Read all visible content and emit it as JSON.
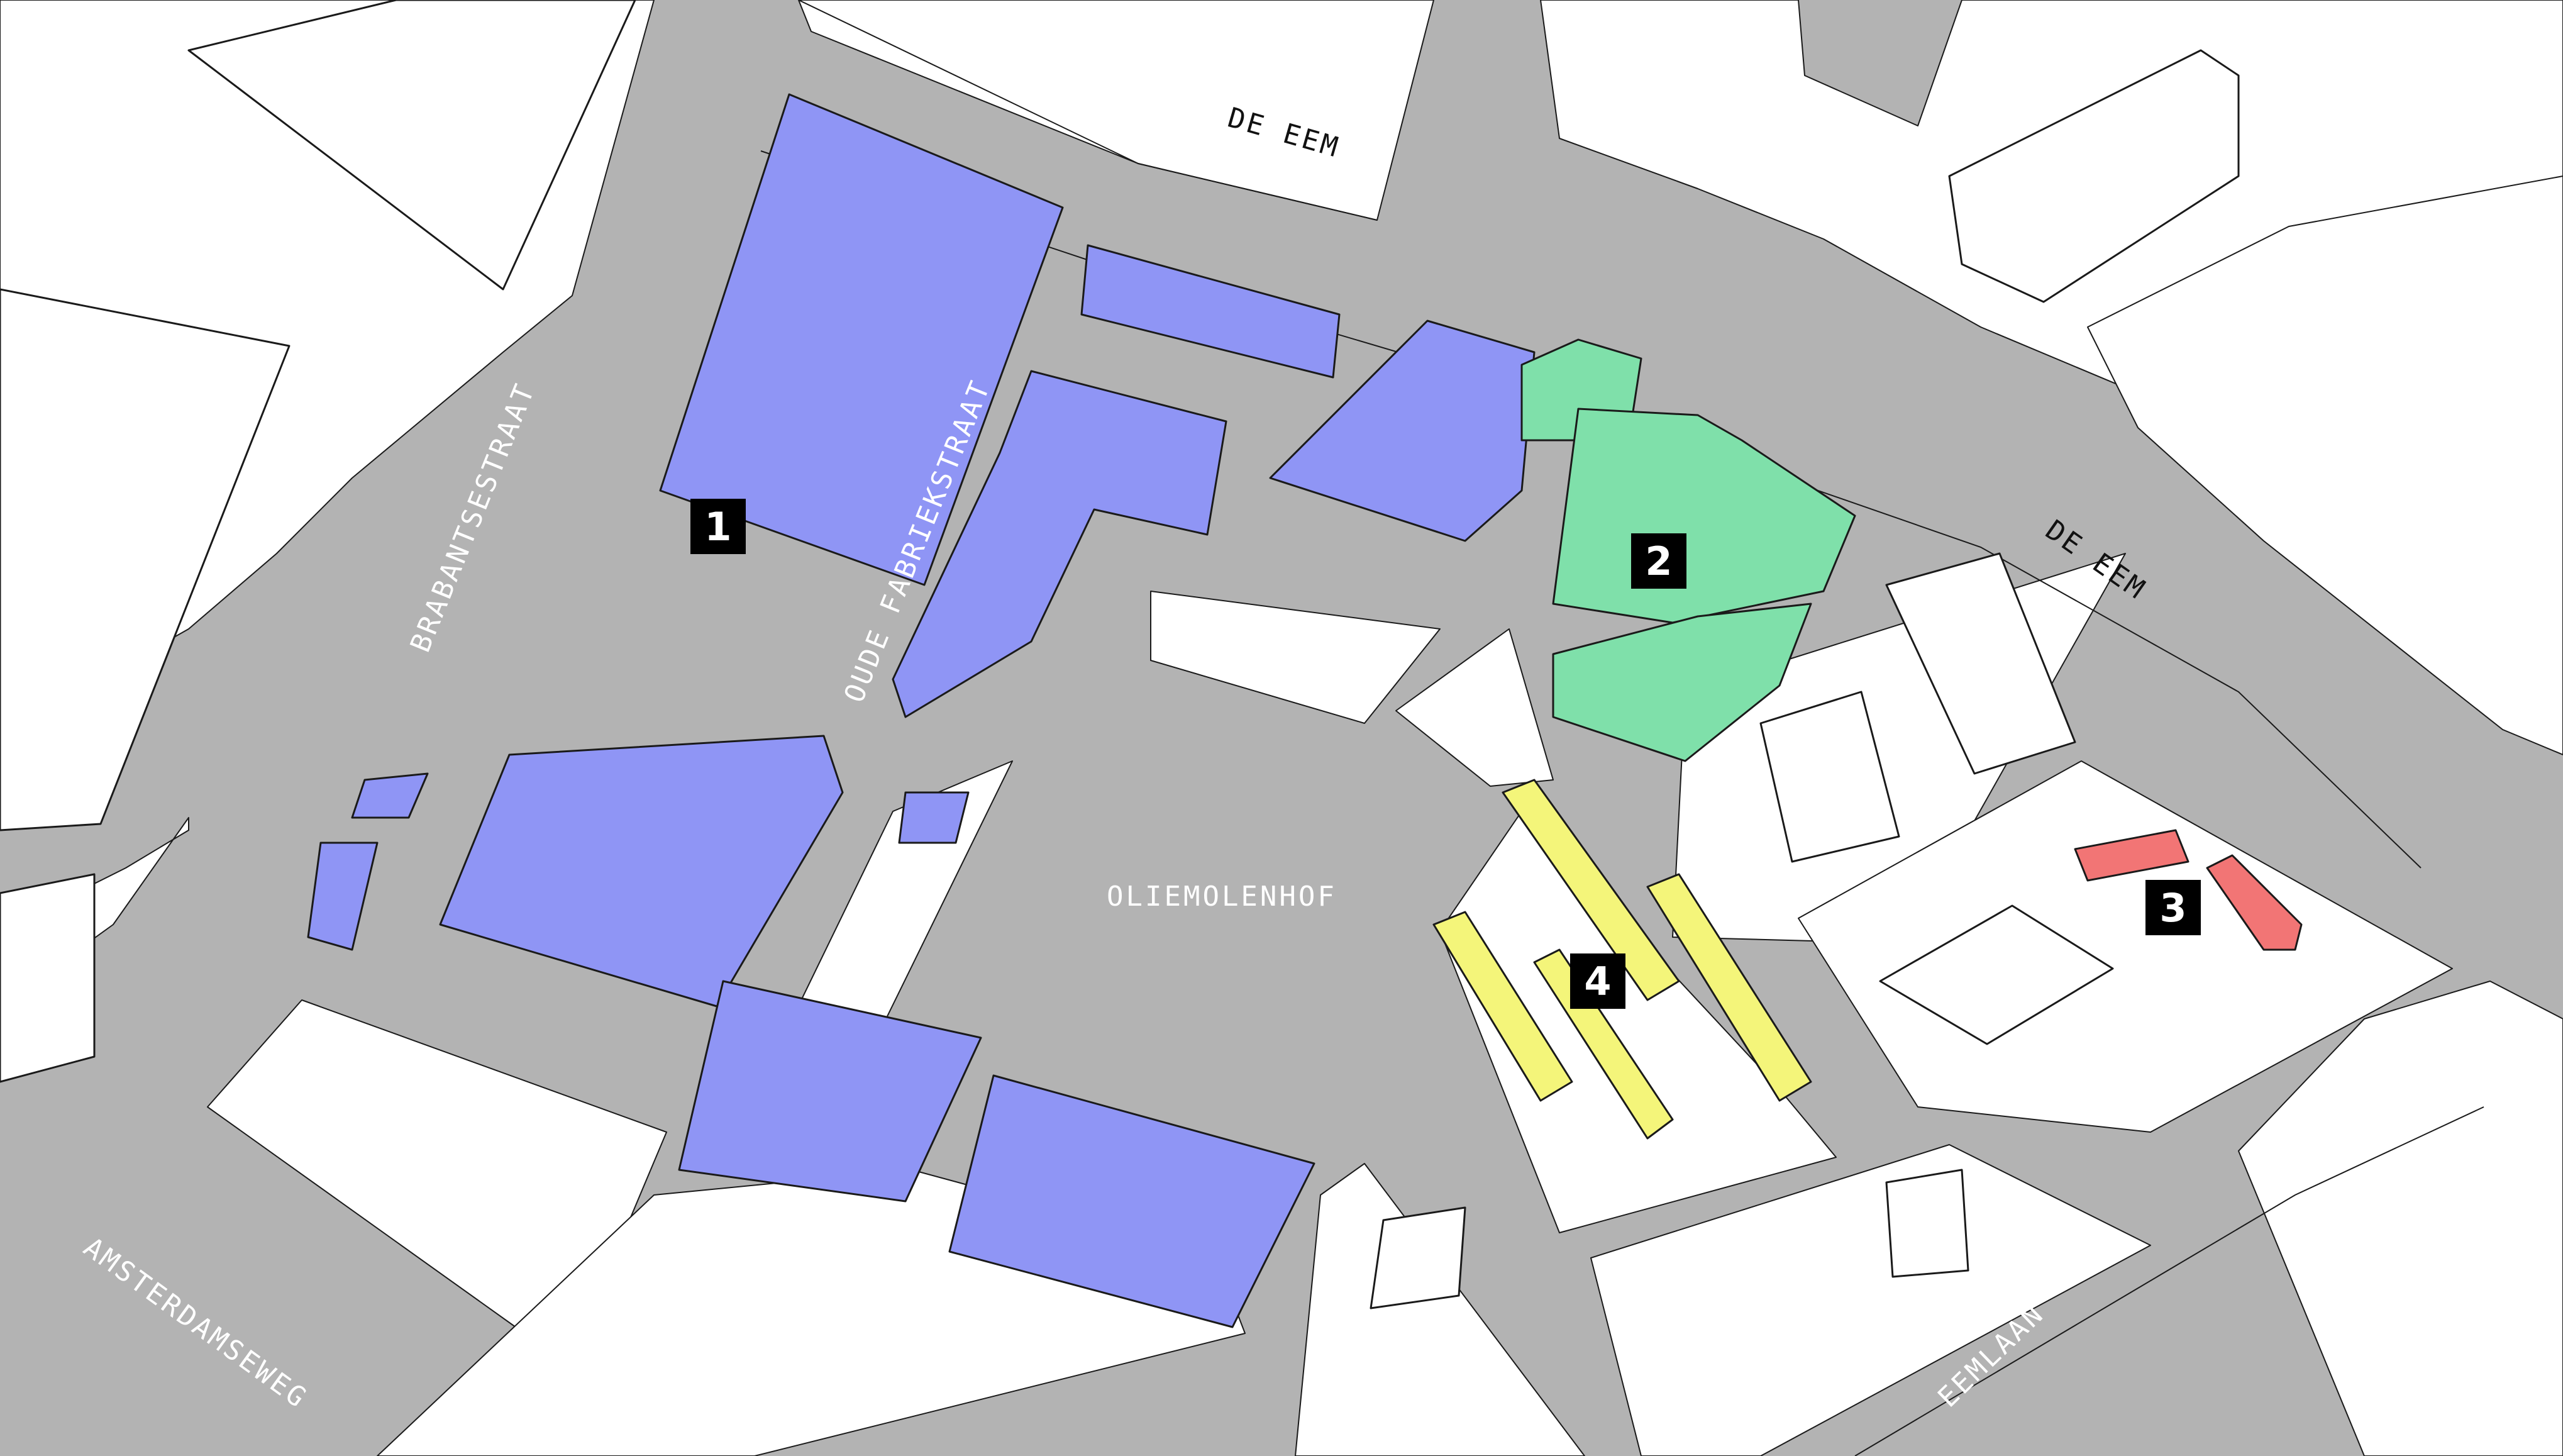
{
  "colors": {
    "road": "#b3b3b3",
    "block": "#ffffff",
    "outline": "#1a1a1a",
    "zone_1": "#8f95f5",
    "zone_2": "#7fe0aa",
    "zone_3": "#f27575",
    "zone_4": "#f4f57a",
    "marker_bg": "#000000",
    "marker_fg": "#ffffff"
  },
  "streets": {
    "de_eem_top": "DE EEM",
    "de_eem_right": "DE EEM",
    "brabantsestraat": "BRABANTSESTRAAT",
    "oude_fabriekstraat": "OUDE FABRIEKSTRAAT",
    "oliemolenhof": "OLIEMOLENHOF",
    "amsterdamseweg": "AMSTERDAMSEWEG",
    "eemlaan": "EEMLAAN"
  },
  "markers": [
    {
      "label": "1",
      "zone": "zone_1"
    },
    {
      "label": "2",
      "zone": "zone_2"
    },
    {
      "label": "3",
      "zone": "zone_3"
    },
    {
      "label": "4",
      "zone": "zone_4"
    }
  ]
}
